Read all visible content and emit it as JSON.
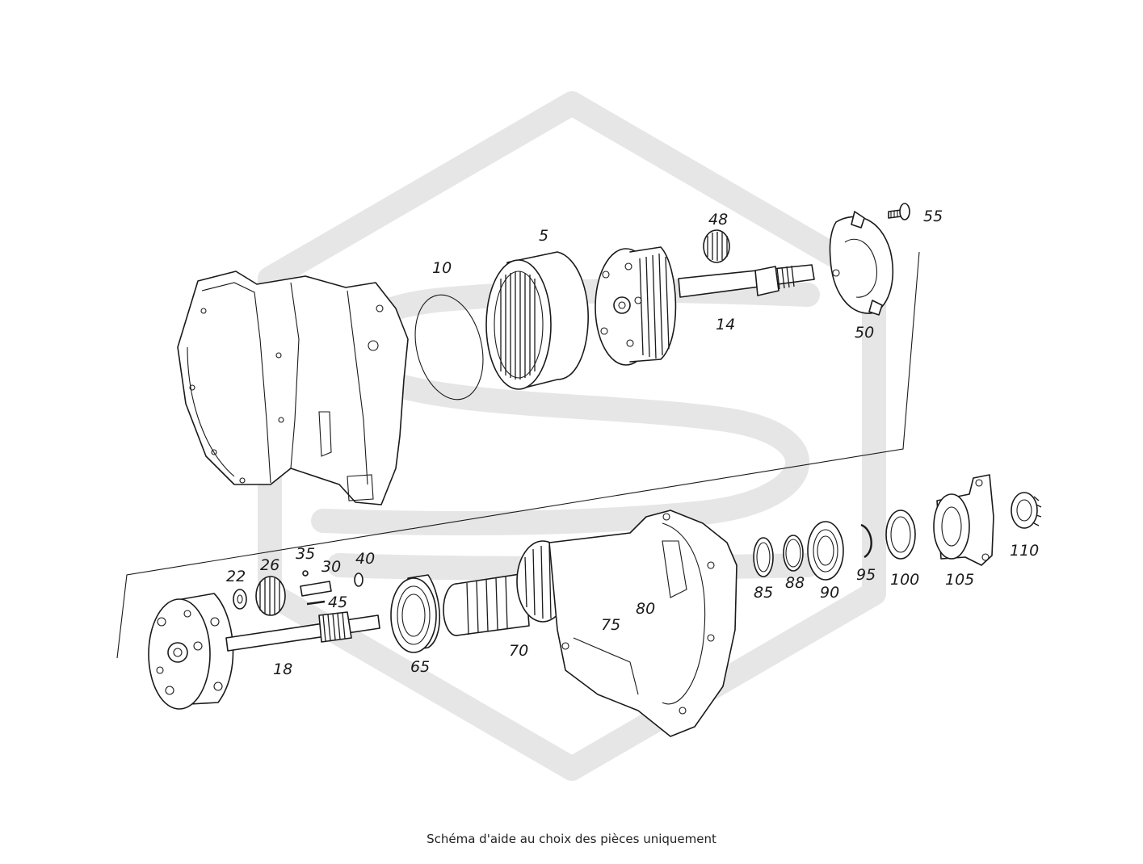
{
  "callouts": {
    "c5": "5",
    "c10": "10",
    "c14": "14",
    "c18": "18",
    "c22": "22",
    "c26": "26",
    "c30": "30",
    "c35": "35",
    "c40": "40",
    "c45": "45",
    "c48": "48",
    "c50": "50",
    "c55": "55",
    "c65": "65",
    "c70": "70",
    "c75": "75",
    "c80": "80",
    "c85": "85",
    "c88": "88",
    "c90": "90",
    "c95": "95",
    "c100": "100",
    "c105": "105",
    "c110": "110"
  },
  "caption": "Schéma d'aide au choix des pièces uniquement",
  "colors": {
    "line": "#1a1a1a",
    "watermark": "#e6e6e6",
    "background": "#ffffff"
  }
}
